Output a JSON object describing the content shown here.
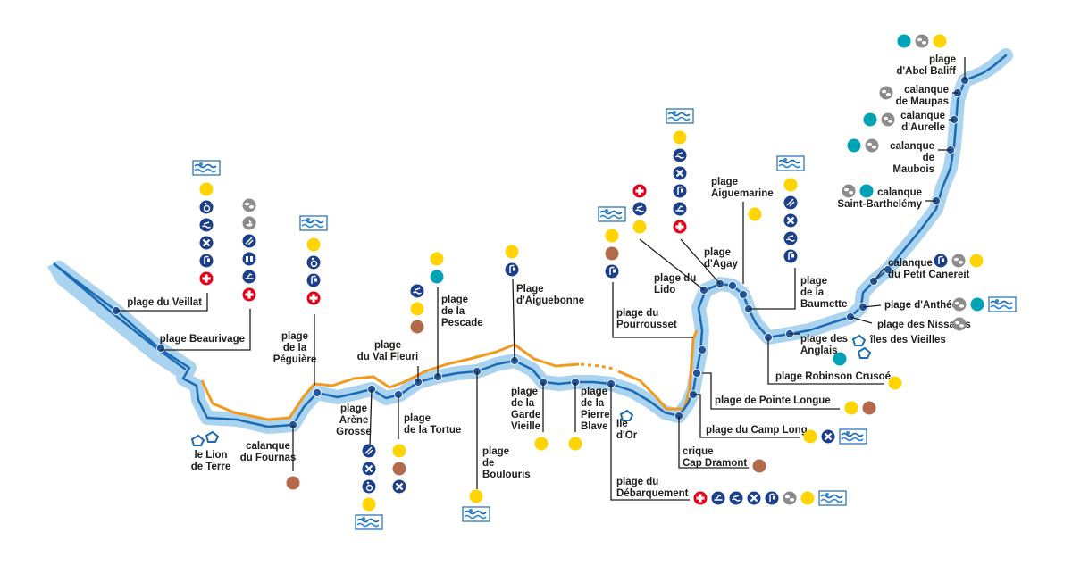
{
  "colors": {
    "coast_halo": "#a9d3ee",
    "coast_line": "#1b6ab3",
    "road": "#f39a1e",
    "dot": "#24549a",
    "icon_blue": "#1c3f8c",
    "icon_yellow": "#ffd400",
    "icon_teal": "#00a2b5",
    "icon_brown": "#b36a4a",
    "icon_grey": "#8c8c8c",
    "icon_red": "#e2001a",
    "text": "#1d1d1b"
  },
  "beaches": [
    {
      "id": "veillat",
      "lines": [
        "plage du Veillat"
      ],
      "icons": [
        "blue-flag",
        "yellow-dot",
        "accessible-icon",
        "swim-icon",
        "cross-icon",
        "shower-icon",
        "first-aid-icon"
      ]
    },
    {
      "id": "beaurivage",
      "lines": [
        "plage Beaurivage"
      ],
      "icons": [
        "grey-pebbles",
        "boat-icon",
        "diving-icon",
        "toilet-icon",
        "ski-icon",
        "first-aid-icon"
      ]
    },
    {
      "id": "peguiere",
      "lines": [
        "plage",
        "de la",
        "Péguière"
      ],
      "icons": [
        "blue-flag",
        "yellow-dot",
        "accessible-icon",
        "shower-icon",
        "first-aid-icon"
      ]
    },
    {
      "id": "val-fleuri",
      "lines": [
        "plage",
        "du Val Fleuri"
      ],
      "icons": []
    },
    {
      "id": "pescade",
      "lines": [
        "plage",
        "de la",
        "Pescade"
      ],
      "icons": [
        "yellow-dot",
        "teal-dot"
      ]
    },
    {
      "id": "pescade-left",
      "lines": [],
      "icons": [
        "swim-icon",
        "yellow-dot",
        "brown-dot"
      ]
    },
    {
      "id": "aiguebonne",
      "lines": [
        "Plage",
        "d'Aiguebonne"
      ],
      "icons": [
        "yellow-dot",
        "shower-icon"
      ]
    },
    {
      "id": "arene-grosse",
      "lines": [
        "plage",
        "Arène",
        "Grosse"
      ],
      "icons": [
        "diving-icon",
        "cross-icon",
        "accessible-icon",
        "yellow-dot",
        "blue-flag"
      ]
    },
    {
      "id": "tortue",
      "lines": [
        "plage",
        "de la Tortue"
      ],
      "icons": [
        "yellow-dot",
        "brown-dot",
        "cross-icon"
      ]
    },
    {
      "id": "boulouris",
      "lines": [
        "plage",
        "de",
        "Boulouris"
      ],
      "icons": [
        "yellow-dot",
        "blue-flag"
      ]
    },
    {
      "id": "garde-vieille",
      "lines": [
        "plage",
        "de la",
        "Garde",
        "Vieille"
      ],
      "icons": [
        "yellow-dot"
      ]
    },
    {
      "id": "pierre-blave",
      "lines": [
        "plage",
        "de la",
        "Pierre",
        "Blave"
      ],
      "icons": [
        "yellow-dot"
      ]
    },
    {
      "id": "pourrousset",
      "lines": [
        "plage du",
        "Pourrousset"
      ],
      "icons": [
        "blue-flag",
        "yellow-dot",
        "brown-dot",
        "shower-icon"
      ]
    },
    {
      "id": "lido",
      "lines": [
        "plage du",
        "Lido"
      ],
      "icons": [
        "first-aid-icon",
        "swim-icon",
        "yellow-dot"
      ]
    },
    {
      "id": "agay",
      "lines": [
        "plage",
        "d'Agay"
      ],
      "icons": [
        "blue-flag",
        "yellow-dot",
        "swim-icon",
        "cross-icon",
        "shower-icon",
        "ski-icon",
        "first-aid-icon"
      ]
    },
    {
      "id": "aiguemarine",
      "lines": [
        "plage",
        "Aiguemarine"
      ],
      "icons": [
        "yellow-dot"
      ]
    },
    {
      "id": "baumette",
      "lines": [
        "plage",
        "de la",
        "Baumette"
      ],
      "icons": [
        "blue-flag",
        "yellow-dot",
        "diving-icon",
        "cross-icon",
        "swim-icon",
        "shower-icon"
      ]
    },
    {
      "id": "anglais",
      "lines": [
        "plage des",
        "Anglais"
      ],
      "icons": [
        "teal-dot"
      ]
    },
    {
      "id": "robinson",
      "lines": [
        "plage Robinson Crusoé"
      ],
      "icons": [
        "yellow-dot"
      ]
    },
    {
      "id": "pointe-longue",
      "lines": [
        "plage de Pointe Longue"
      ],
      "icons": [
        "yellow-dot",
        "brown-dot"
      ]
    },
    {
      "id": "camp-long",
      "lines": [
        "plage du Camp Long"
      ],
      "icons": [
        "yellow-dot",
        "cross-icon",
        "blue-flag"
      ]
    },
    {
      "id": "cap-dramont",
      "lines": [
        "crique",
        "Cap Dramont"
      ],
      "icons": [
        "brown-dot"
      ]
    },
    {
      "id": "debarquement",
      "lines": [
        "plage du",
        "Débarquement"
      ],
      "icons": [
        "first-aid-icon",
        "ski-icon",
        "swim-icon",
        "cross-icon",
        "shower-icon",
        "grey-pebbles",
        "yellow-dot",
        "blue-flag"
      ]
    },
    {
      "id": "abel-baliff",
      "lines": [
        "plage",
        "d'Abel Baliff"
      ],
      "icons": [
        "teal-dot",
        "grey-pebbles",
        "yellow-dot"
      ]
    },
    {
      "id": "maupas",
      "lines": [
        "calanque",
        "de Maupas"
      ],
      "icons": [
        "grey-pebbles"
      ]
    },
    {
      "id": "aurelle",
      "lines": [
        "calanque",
        "d'Aurelle"
      ],
      "icons": [
        "teal-dot",
        "grey-pebbles"
      ]
    },
    {
      "id": "maubois",
      "lines": [
        "calanque",
        "de",
        "Maubois"
      ],
      "icons": [
        "teal-dot",
        "grey-pebbles"
      ]
    },
    {
      "id": "saint-barthelemy",
      "lines": [
        "calanque",
        "Saint-Barthelémy"
      ],
      "icons": [
        "grey-pebbles",
        "teal-dot"
      ]
    },
    {
      "id": "petit-canereit",
      "lines": [
        "calanque",
        "du Petit Canereit"
      ],
      "icons": [
        "shower-icon",
        "grey-pebbles",
        "yellow-dot"
      ]
    },
    {
      "id": "antheor",
      "lines": [
        "plage d'Anthéor"
      ],
      "icons": [
        "grey-pebbles",
        "teal-dot",
        "blue-flag"
      ]
    },
    {
      "id": "nissards",
      "lines": [
        "plage des Nissards"
      ],
      "icons": [
        "grey-pebbles"
      ]
    },
    {
      "id": "fournas",
      "lines": [
        "calanque",
        "du Fournas"
      ],
      "icons": [
        "brown-dot"
      ]
    }
  ],
  "places": [
    {
      "id": "lion-de-terre",
      "lines": [
        "le Lion",
        "de Terre"
      ]
    },
    {
      "id": "ile-d-or",
      "lines": [
        "Ile",
        "d'Or"
      ]
    },
    {
      "id": "iles-des-vieilles",
      "lines": [
        "îles des Vieilles"
      ]
    }
  ]
}
